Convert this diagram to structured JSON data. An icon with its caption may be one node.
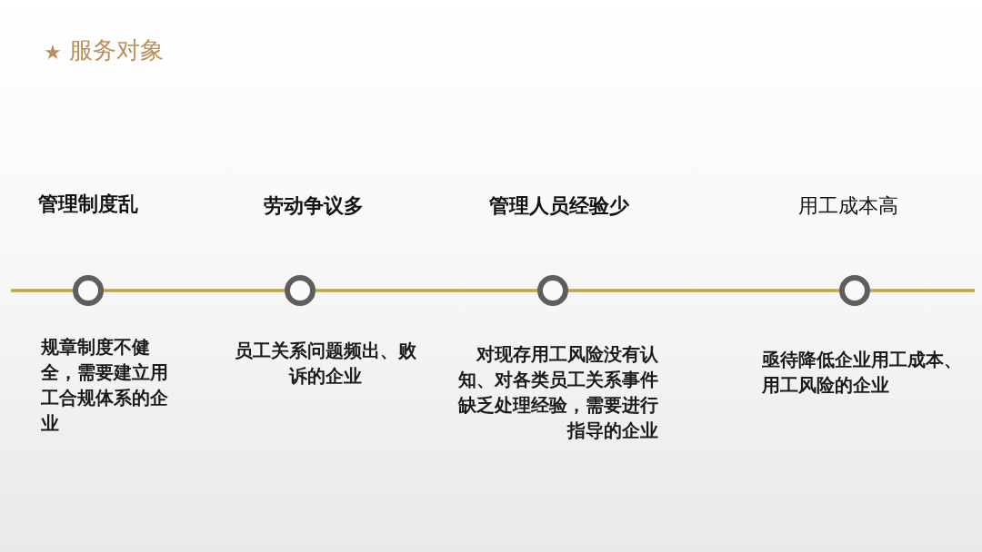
{
  "diagram": {
    "title": "服务对象",
    "nodes": [
      {
        "text": [],
        "shape": "circle",
        "beside": [
          "管理制度乱",
          "规章制度不健全，需要建立用工合规体系的企业"
        ]
      },
      {
        "text": [],
        "shape": "circle",
        "beside": [
          "劳动争议多",
          "员工关系问题频出、败诉的企业"
        ]
      },
      {
        "text": [],
        "shape": "circle",
        "beside": [
          "管理人员经验少",
          "对现存用工风险没有认知、对各类员工关系事件缺乏处理经验，需要进行指导的企业"
        ]
      },
      {
        "text": [],
        "shape": "circle",
        "beside": [
          "用工成本高",
          "亟待降低企业用工成本、用工风险的企业"
        ]
      }
    ],
    "edges": [
      {
        "from": null,
        "to": 0,
        "arrow": "none"
      },
      {
        "from": 0,
        "to": 1,
        "arrow": "none"
      },
      {
        "from": 1,
        "to": 2,
        "arrow": "none"
      },
      {
        "from": 2,
        "to": 3,
        "arrow": "none"
      },
      {
        "from": 3,
        "to": null,
        "arrow": "none"
      }
    ]
  }
}
